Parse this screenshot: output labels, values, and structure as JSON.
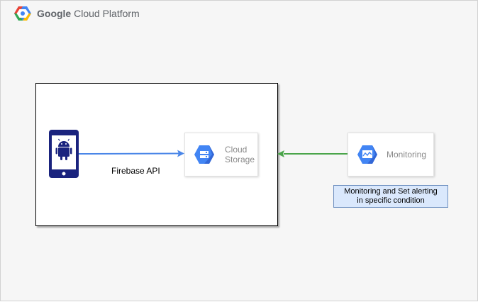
{
  "header": {
    "brand_bold": "Google",
    "brand_rest": " Cloud Platform",
    "logo_icon": "gcp-hexagon-icon"
  },
  "nodes": {
    "mobile_app": {
      "icon": "android-phone-icon"
    },
    "cloud_storage": {
      "label": "Cloud\nStorage",
      "icon": "cloud-storage-icon"
    },
    "monitoring": {
      "label": "Monitoring",
      "icon": "monitoring-icon"
    }
  },
  "edges": {
    "phone_to_storage": {
      "label": "Firebase API",
      "color": "#4a86e8"
    },
    "monitoring_to_storage": {
      "color": "#4aa54a"
    }
  },
  "note": {
    "text": "Monitoring and Set alerting\nin specific condition"
  },
  "colors": {
    "gcp_blue": "#4285f4",
    "phone_navy": "#1a237e",
    "note_fill": "#dae8fc",
    "note_border": "#6c8ebf"
  }
}
